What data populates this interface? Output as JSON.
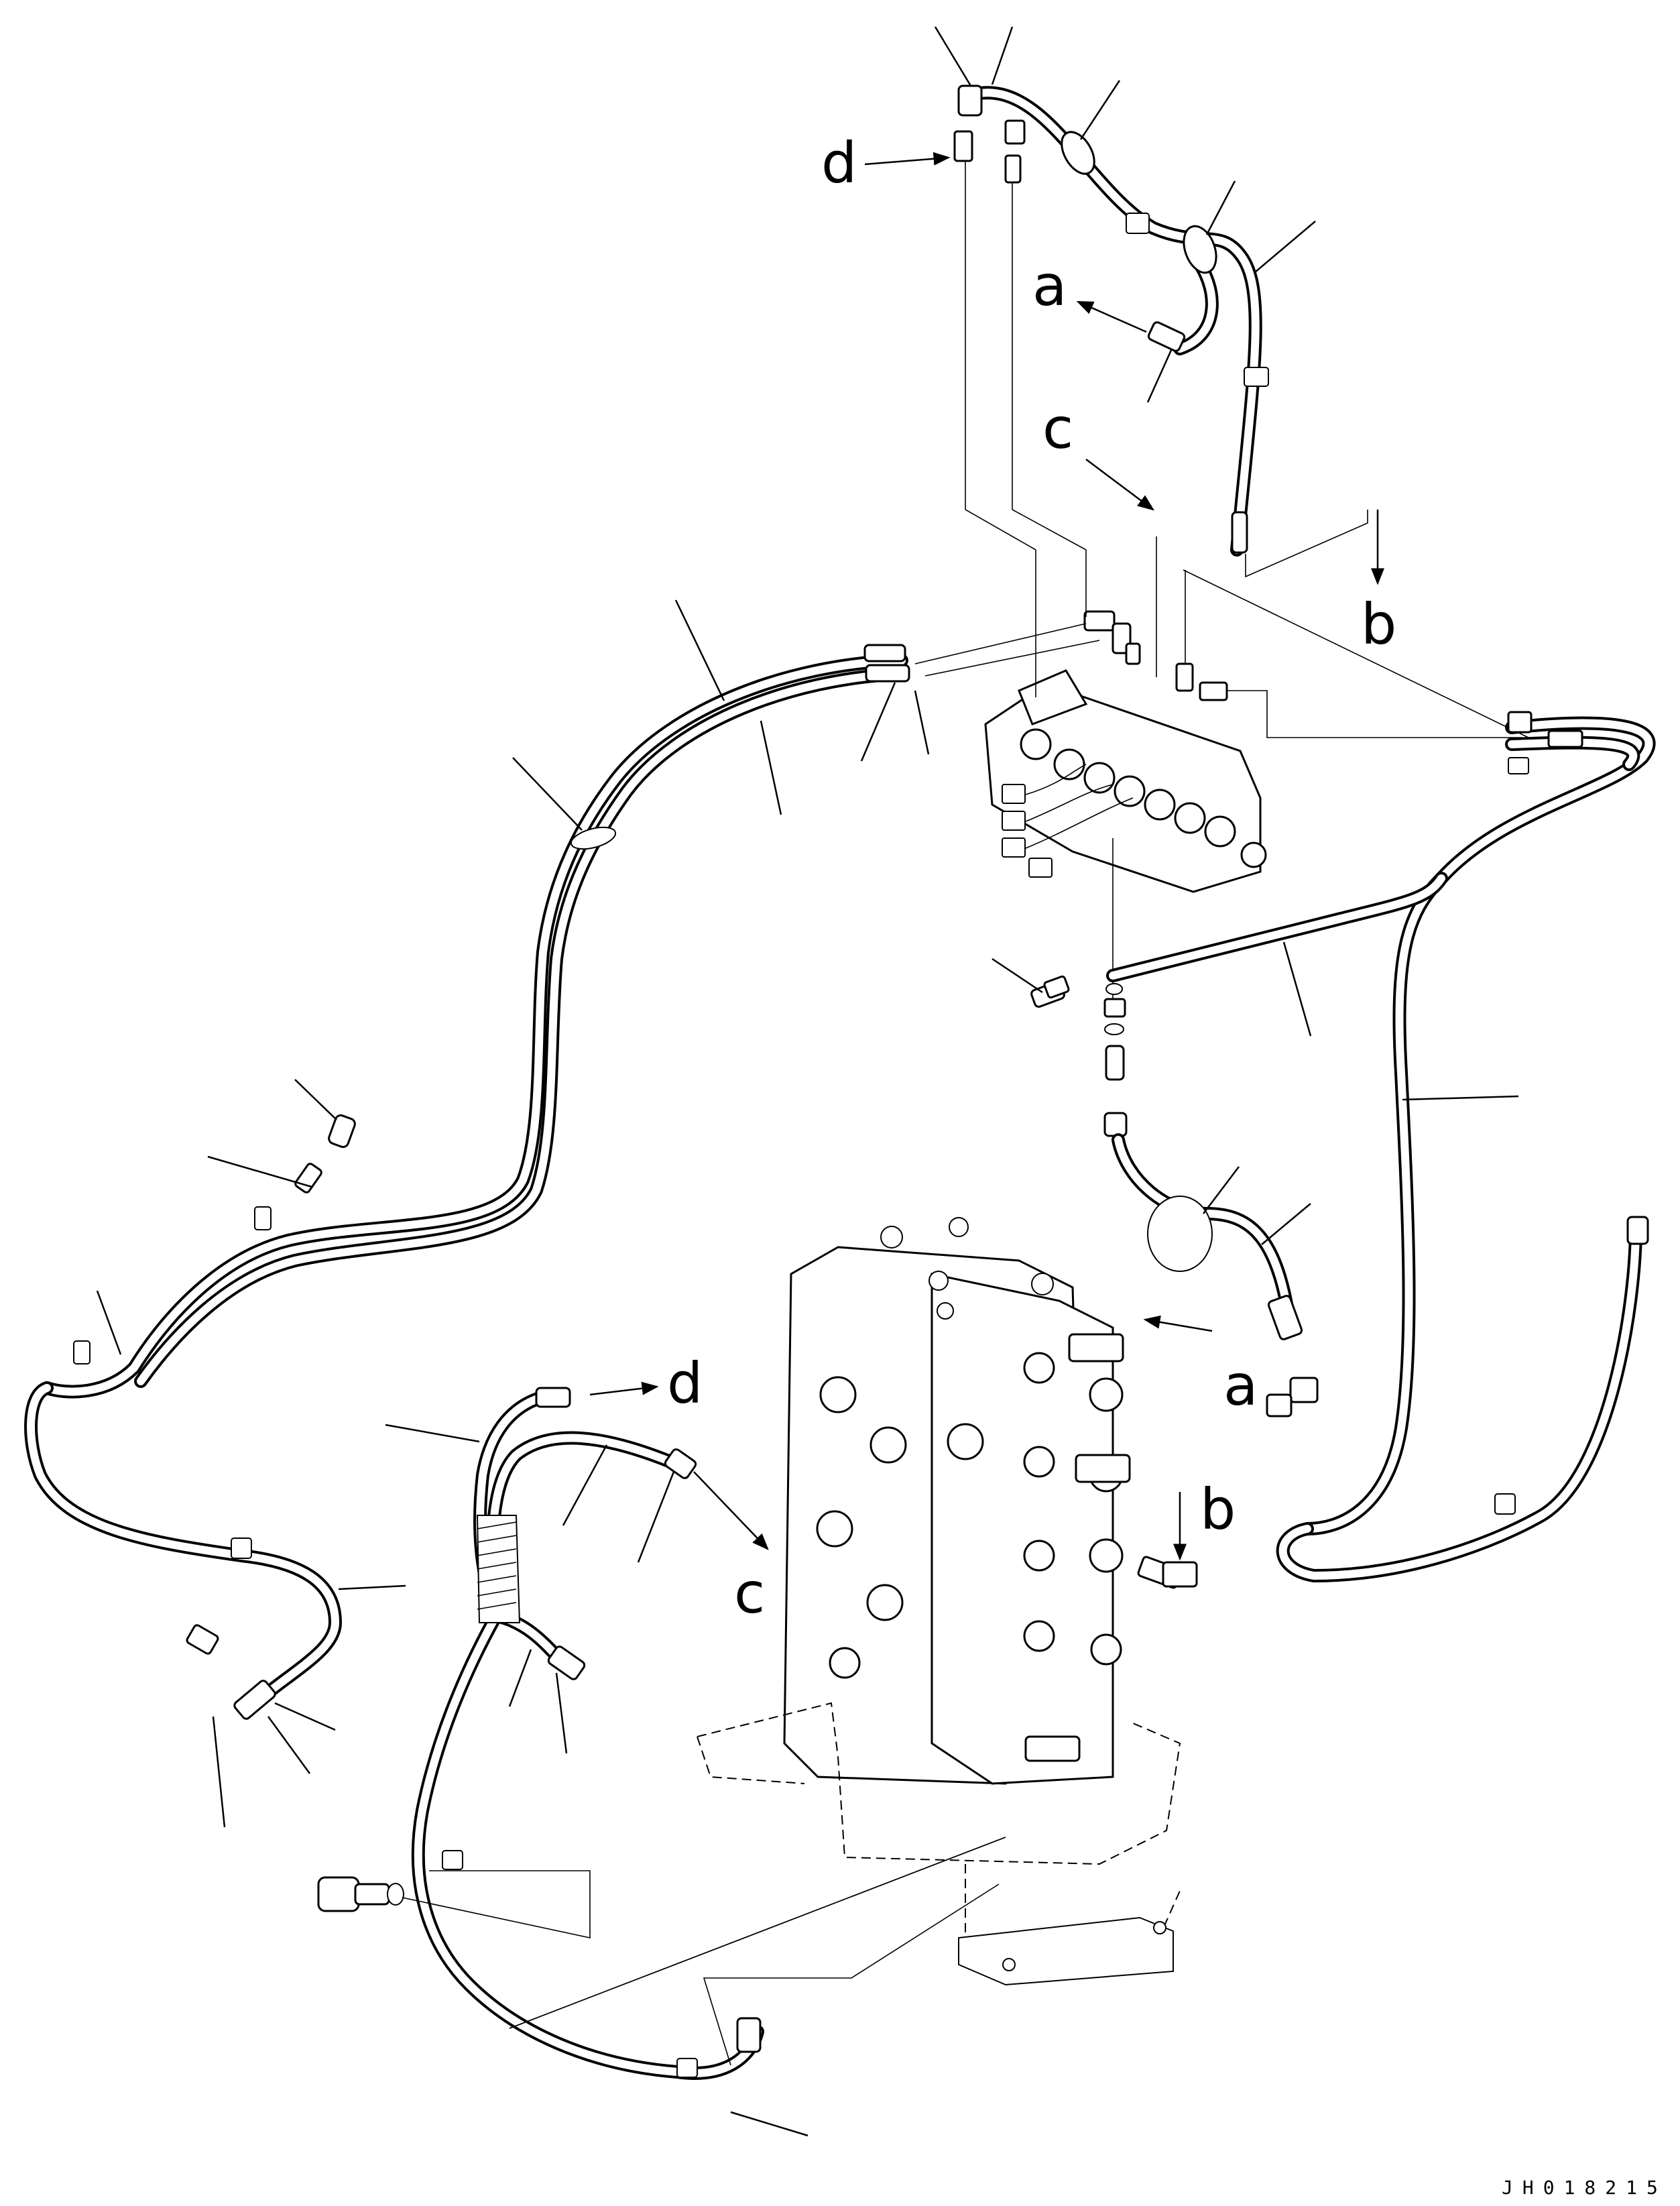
{
  "figure_id": "JH018215",
  "callouts": {
    "a_top": "a",
    "a_bottom": "a",
    "b_top": "b",
    "b_bottom": "b",
    "c_top": "c",
    "c_bottom": "c",
    "d_top": "d",
    "d_bottom": "d"
  }
}
